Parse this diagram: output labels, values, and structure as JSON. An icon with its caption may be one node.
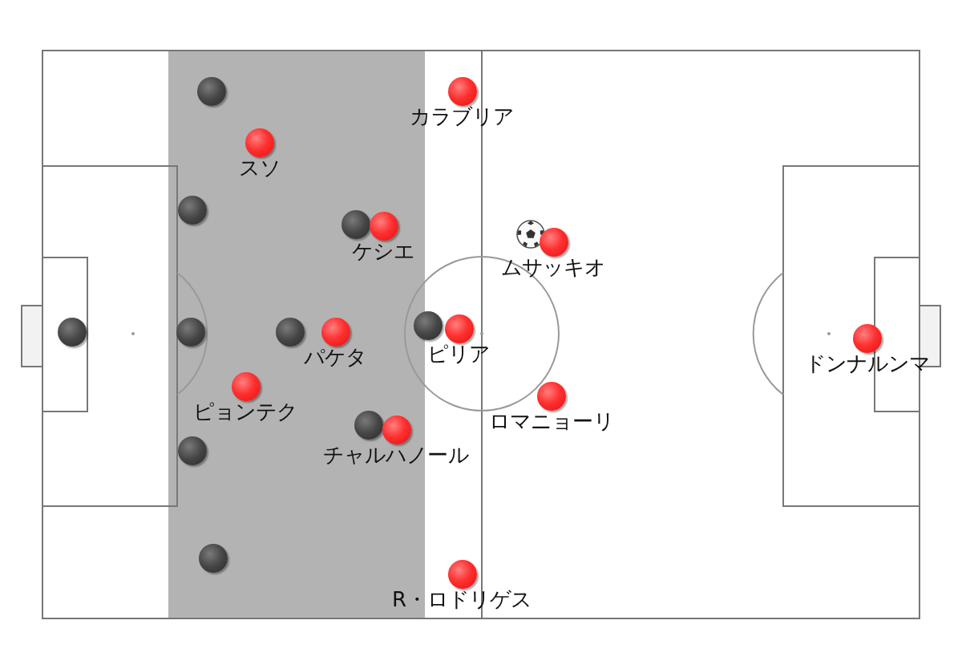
{
  "diagram": {
    "nodes": [
      {
        "text": [],
        "shape": "circle"
      },
      {
        "text": [
          "カラブリア"
        ]
      },
      {
        "text": [
          "スソ"
        ]
      },
      {
        "text": [],
        "shape": "circle"
      },
      {
        "text": [],
        "shape": "circle"
      },
      {
        "text": [
          "ケシエ"
        ]
      },
      {
        "text": [],
        "shape": "ball"
      },
      {
        "text": [
          "ムサッキオ"
        ]
      },
      {
        "text": [],
        "shape": "circle"
      },
      {
        "text": [],
        "shape": "circle"
      },
      {
        "text": [],
        "shape": "circle"
      },
      {
        "text": [
          "パケタ"
        ]
      },
      {
        "text": [],
        "shape": "circle"
      },
      {
        "text": [
          "ピリア"
        ]
      },
      {
        "text": [
          "ドンナルンマ"
        ]
      },
      {
        "text": [
          "ピョンテク"
        ]
      },
      {
        "text": [
          "ロマニョーリ"
        ]
      },
      {
        "text": [],
        "shape": "circle"
      },
      {
        "text": [
          "チャルハノール"
        ]
      },
      {
        "text": [],
        "shape": "circle"
      },
      {
        "text": [],
        "shape": "circle"
      },
      {
        "text": [
          "R・ロドリゲス"
        ]
      }
    ]
  }
}
